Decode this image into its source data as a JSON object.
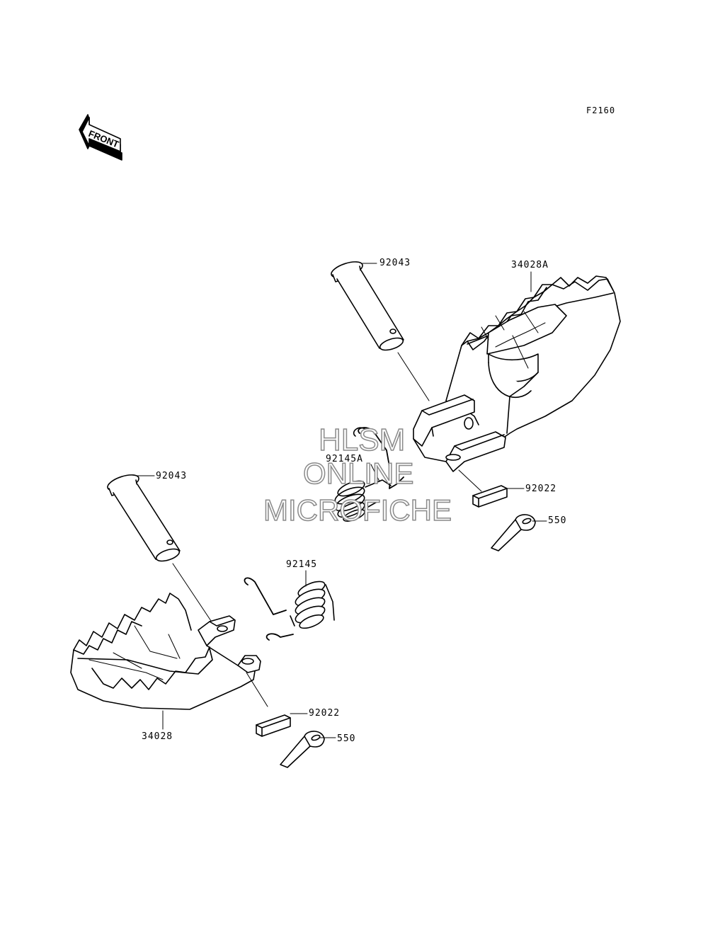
{
  "diagram_code": "F2160",
  "front_arrow": {
    "text": "FRONT",
    "icon": "front-direction-arrow-icon"
  },
  "watermark": {
    "line1": "HLSM",
    "line2": "ONLINE",
    "line3": "MICROFICHE"
  },
  "callouts": {
    "pin_right": "92043",
    "footpeg_right": "34028A",
    "spring_right": "92145A",
    "washer_right": "92022",
    "cotter_right": "550",
    "pin_left": "92043",
    "spring_left": "92145",
    "washer_left": "92022",
    "cotter_left": "550",
    "footpeg_left": "34028"
  },
  "colors": {
    "line": "#000000",
    "watermark_outline": "#8a8a8a"
  }
}
